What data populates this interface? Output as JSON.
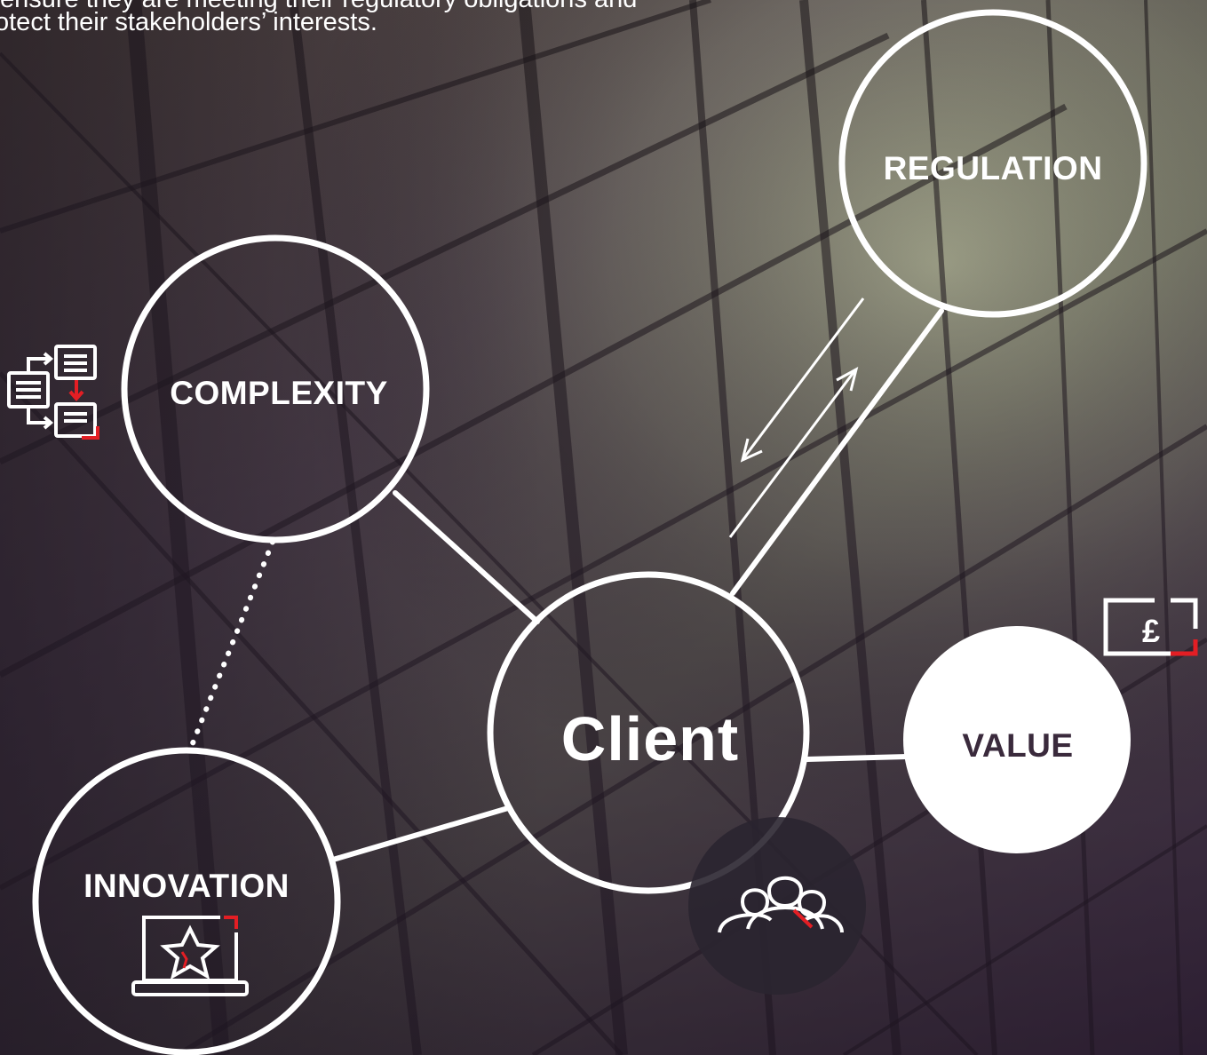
{
  "intro": {
    "line1": "ensure they are meeting their regulatory obligations and",
    "line2": "otect their stakeholders’ interests."
  },
  "nodes": {
    "regulation": "REGULATION",
    "complexity": "COMPLEXITY",
    "client": "Client",
    "value": "VALUE",
    "innovation": "INNOVATION"
  },
  "icons": {
    "complexity": "documents-flow-icon",
    "value": "pound-note-icon",
    "innovation": "laptop-star-icon",
    "client": "people-group-icon"
  },
  "colors": {
    "accent_red": "#e31e24",
    "line_white": "#ffffff",
    "value_text": "#3a2a3c"
  }
}
